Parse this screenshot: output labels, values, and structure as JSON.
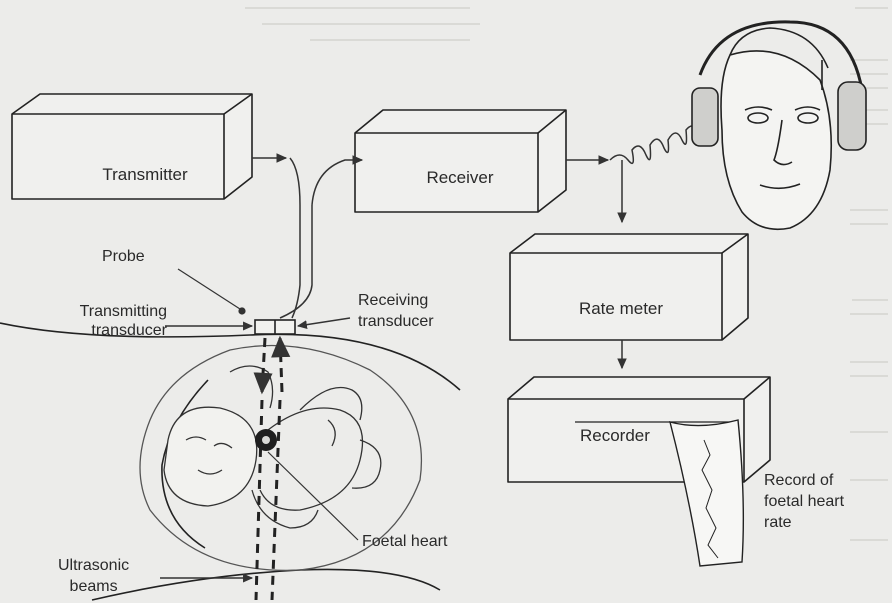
{
  "blocks": {
    "transmitter": "Transmitter",
    "receiver": "Receiver",
    "rate_meter": "Rate meter",
    "recorder": "Recorder"
  },
  "labels": {
    "probe": "Probe",
    "transmitting_transducer": [
      "Transmitting",
      "transducer"
    ],
    "receiving_transducer": [
      "Receiving",
      "transducer"
    ],
    "foetal_heart": "Foetal heart",
    "ultrasonic_beams": [
      "Ultrasonic",
      "beams"
    ],
    "record_caption": [
      "Record of",
      "foetal heart",
      "rate"
    ]
  }
}
